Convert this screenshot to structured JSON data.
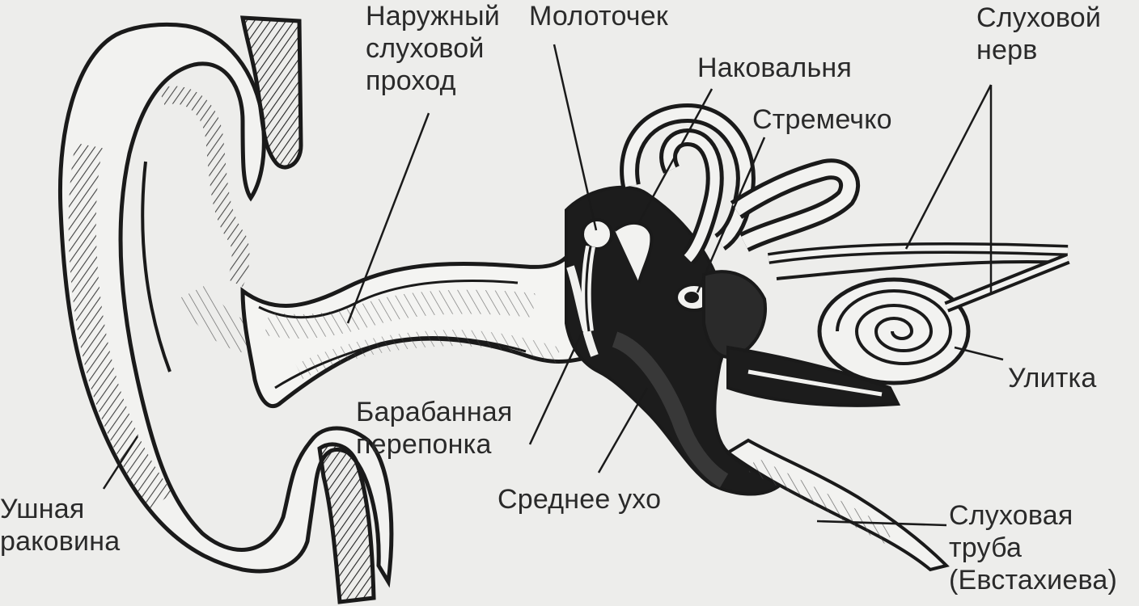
{
  "labels": {
    "ear_canal": "Наружный\nслуховой\nпроход",
    "malleus": "Молоточек",
    "incus": "Наковальня",
    "stapes": "Стремечко",
    "auditory_nerve": "Слуховой\nнерв",
    "cochlea": "Улитка",
    "eardrum": "Барабанная\nперепонка",
    "middle_ear": "Среднее ухо",
    "pinna": "Ушная\nраковина",
    "eustachian_tube": "Слуховая\nтруба\n(Евстахиева)"
  },
  "colors": {
    "ink": "#1a1a1a",
    "paper": "#ededeb",
    "shade": "#3a3a3a"
  }
}
